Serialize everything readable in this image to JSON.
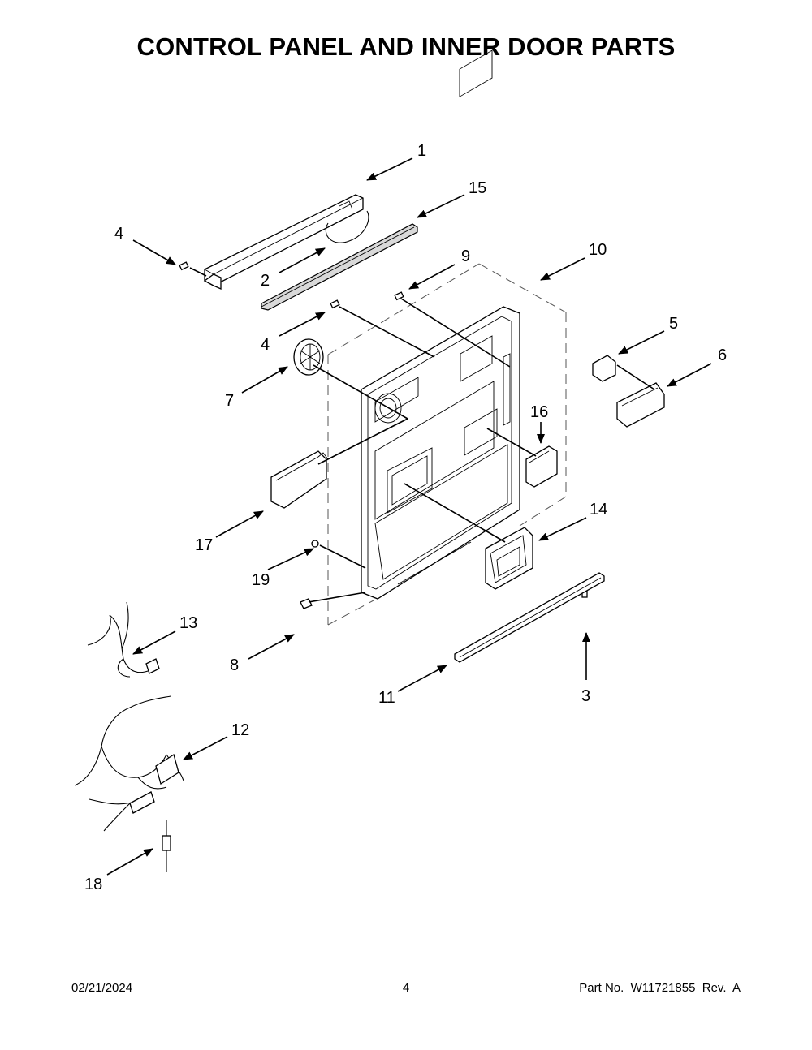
{
  "title": "CONTROL PANEL AND INNER DOOR PARTS",
  "callouts": {
    "c1": "1",
    "c15": "15",
    "c4a": "4",
    "c2": "2",
    "c9": "9",
    "c10": "10",
    "c4b": "4",
    "c5": "5",
    "c6": "6",
    "c7": "7",
    "c16": "16",
    "c14": "14",
    "c17": "17",
    "c19": "19",
    "c13": "13",
    "c8": "8",
    "c11": "11",
    "c3": "3",
    "c12": "12",
    "c18": "18"
  },
  "footer": {
    "date": "02/21/2024",
    "page": "4",
    "part": "Part No.  W11721855  Rev.  A"
  }
}
